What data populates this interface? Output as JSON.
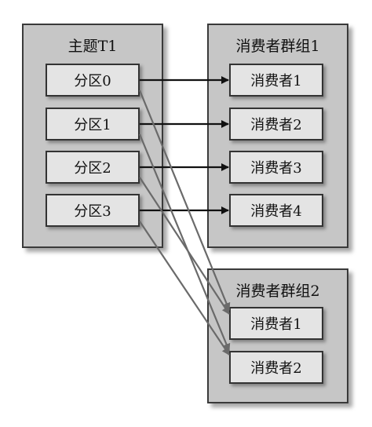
{
  "topic": {
    "title": "主题T1",
    "partitions": [
      "分区0",
      "分区1",
      "分区2",
      "分区3"
    ]
  },
  "consumer_group_1": {
    "title": "消费者群组1",
    "consumers": [
      "消费者1",
      "消费者2",
      "消费者3",
      "消费者4"
    ]
  },
  "consumer_group_2": {
    "title": "消费者群组2",
    "consumers": [
      "消费者1",
      "消费者2"
    ]
  },
  "colors": {
    "group_fill": "#c6c6c6",
    "box_fill": "#e4e4e4",
    "arrow_group1": "#111111",
    "arrow_group2": "#6a6a6a"
  }
}
